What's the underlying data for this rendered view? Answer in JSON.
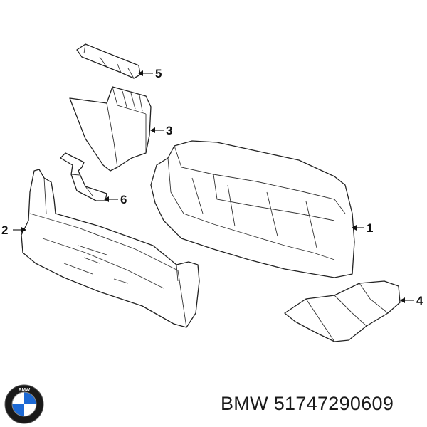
{
  "callouts": {
    "c1": "1",
    "c2": "2",
    "c3": "3",
    "c4": "4",
    "c5": "5",
    "c6": "6"
  },
  "footer": {
    "brand": "BMW",
    "part_number": "51747290609",
    "logo_text": "BMW"
  },
  "colors": {
    "line": "#222222",
    "background": "#ffffff",
    "logo_blue": "#1c69d4"
  }
}
